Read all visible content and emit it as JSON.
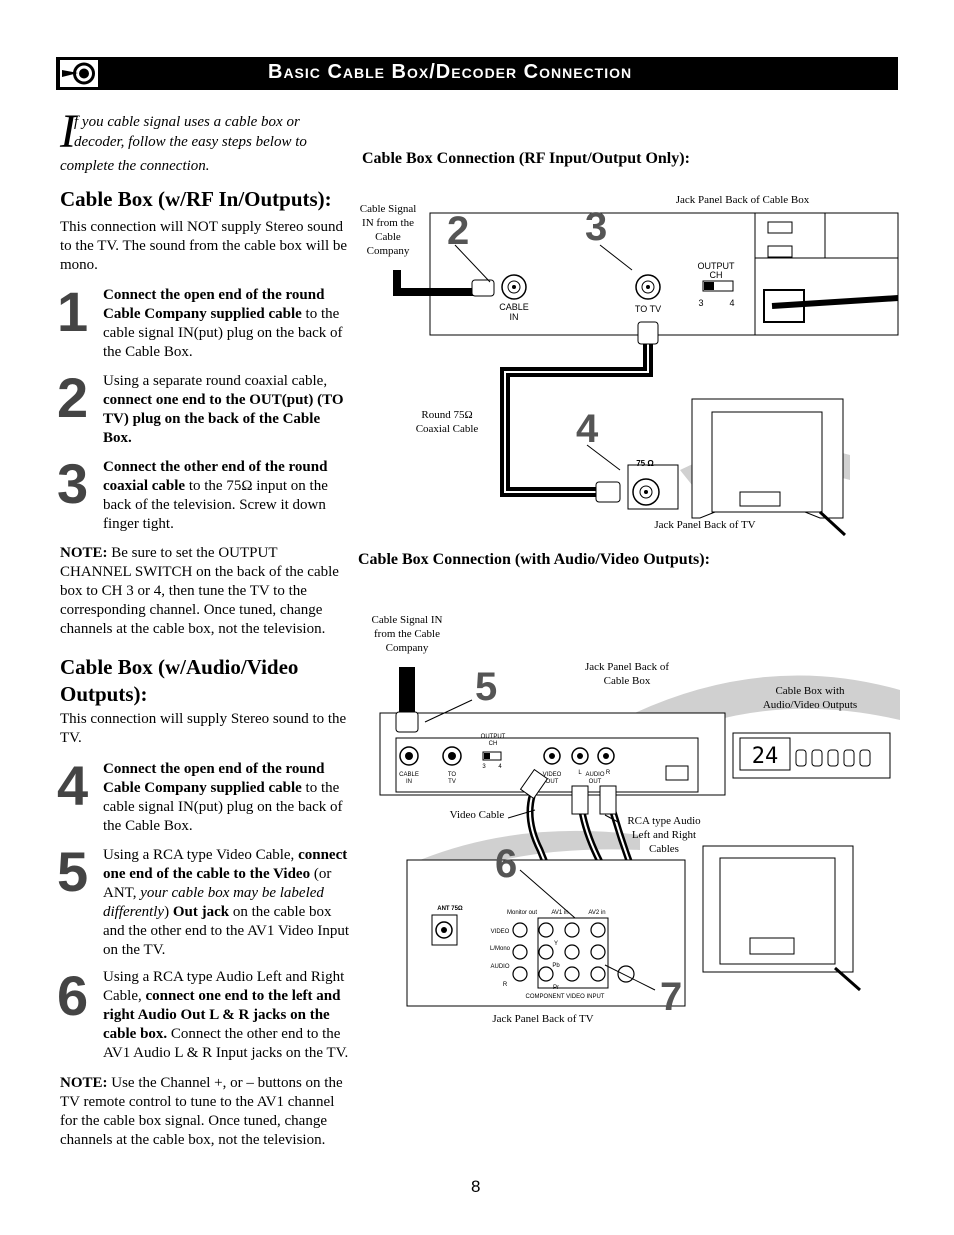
{
  "header": {
    "title": "Basic Cable Box/Decoder Connection"
  },
  "intro": {
    "dropcap": "I",
    "line1": "f you cable signal uses a cable box or",
    "line2": "decoder, follow the easy steps below to",
    "line3": "complete the connection."
  },
  "section1": {
    "heading": "Cable Box (w/RF In/Outputs):",
    "desc": "This connection will NOT supply Stereo sound to the TV. The sound from the cable box will be mono.",
    "steps": [
      {
        "num": "1",
        "bold": "Connect the open end of the round Cable Company supplied cable",
        "rest": " to the cable signal IN(put) plug on the back of the Cable Box."
      },
      {
        "num": "2",
        "pre": "Using a separate round coaxial cable, ",
        "bold": "connect one end to the OUT(put) (TO TV) plug on the back of the Cable Box."
      },
      {
        "num": "3",
        "bold": "Connect the other end of the round coaxial cable",
        "rest": " to the 75Ω input on the back of the television. Screw it down finger tight."
      }
    ],
    "note_label": "NOTE:",
    "note": " Be sure to set the OUTPUT CHANNEL SWITCH on the back of the cable box to CH 3 or 4, then tune the TV to the corresponding channel. Once tuned, change channels at the cable box, not the television."
  },
  "section2": {
    "heading": "Cable Box (w/Audio/Video Outputs):",
    "desc": "This connection will supply Stereo sound to the TV.",
    "steps": [
      {
        "num": "4",
        "bold": "Connect the open end of the round Cable Company supplied cable",
        "rest": " to the cable signal IN(put) plug on the back of the Cable Box."
      },
      {
        "num": "5",
        "pre": "Using a RCA type Video Cable, ",
        "bold": "connect one end of the cable to the Video",
        "mid": " (or ANT, ",
        "ital": "your cable box may be labeled differently",
        "mid2": ") ",
        "bold2": "Out jack",
        "rest": " on the cable box and the other end to the AV1 Video Input on the TV."
      },
      {
        "num": "6",
        "pre": "Using a RCA type Audio Left and Right Cable, ",
        "bold": "connect one end to the left and right Audio Out L & R jacks on the cable box.",
        "rest": " Connect the other end to the AV1 Audio L & R Input jacks on the TV."
      }
    ],
    "note_label": "NOTE:",
    "note": " Use the Channel +, or – buttons on the TV remote control to tune to the AV1 channel for the cable box signal. Once tuned, change channels at the cable box, not the television."
  },
  "diagram1": {
    "title": "Cable Box Connection (RF Input/Output Only):",
    "labels": {
      "cable_signal": "Cable Signal IN from the Cable Company",
      "jack_panel_box": "Jack Panel Back of Cable Box",
      "output": "OUTPUT",
      "ch": "CH",
      "ch3": "3",
      "ch4": "4",
      "cable": "CABLE",
      "in": "IN",
      "to_tv": "TO TV",
      "round": "Round 75Ω",
      "coax": "Coaxial Cable",
      "ohm": "75 Ω",
      "jack_panel_tv": "Jack Panel Back of TV"
    },
    "callouts": [
      "2",
      "3",
      "4"
    ]
  },
  "diagram2": {
    "title": "Cable Box Connection (with Audio/Video Outputs):",
    "labels": {
      "cable_signal": "Cable Signal IN from the Cable Company",
      "jack_panel_box": "Jack Panel Back of Cable Box",
      "cable_box_av": "Cable Box with Audio/Video Outputs",
      "display": "24",
      "output": "OUTPUT",
      "ch": "CH",
      "ch3": "3",
      "ch4": "4",
      "cable": "CABLE",
      "in": "IN",
      "to": "TO",
      "tv": "TV",
      "video": "VIDEO",
      "out": "OUT",
      "audio": "AUDIO",
      "l": "L",
      "r": "R",
      "video_cable": "Video Cable",
      "rca_audio": "RCA type Audio Left and Right Cables",
      "ant": "ANT 75Ω",
      "monitor_out": "Monitor out",
      "av1_in": "AV1 in",
      "av2_in": "AV2 in",
      "video_small": "VIDEO",
      "l_mono": "L/Mono",
      "audio_small": "AUDIO",
      "r_small": "R",
      "y": "Y",
      "pb": "Pb",
      "pr": "Pr",
      "component": "COMPONENT VIDEO INPUT",
      "jack_panel_tv": "Jack Panel Back of TV"
    },
    "callouts": [
      "5",
      "6",
      "7"
    ]
  },
  "page_number": "8"
}
